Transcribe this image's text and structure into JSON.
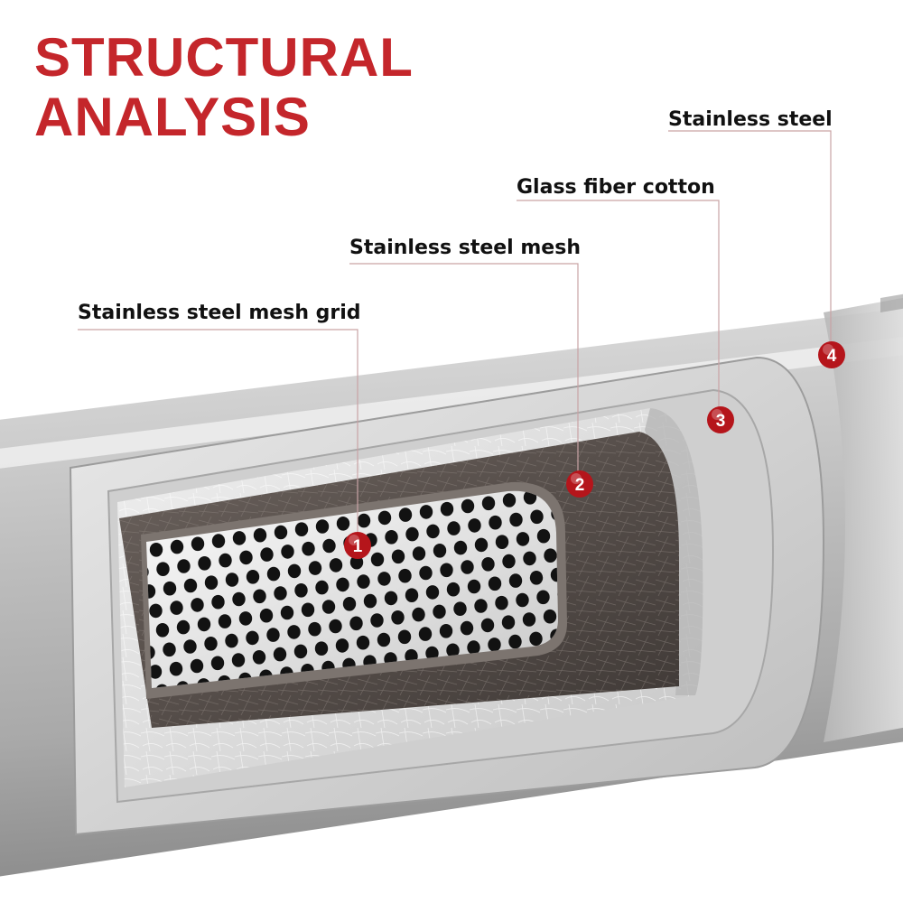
{
  "title": {
    "line1": "STRUCTURAL",
    "line2": "ANALYSIS"
  },
  "callouts": [
    {
      "number": "1",
      "label": "Stainless steel mesh grid"
    },
    {
      "number": "2",
      "label": "Stainless steel mesh"
    },
    {
      "number": "3",
      "label": "Glass fiber cotton"
    },
    {
      "number": "4",
      "label": "Stainless steel"
    }
  ],
  "colors": {
    "accent": "#c4262b",
    "badge": "#b5151b",
    "label_text": "#111111"
  }
}
